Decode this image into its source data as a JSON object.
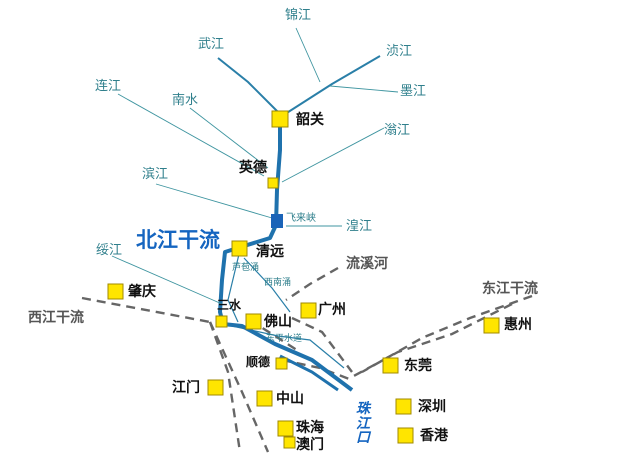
{
  "colors": {
    "river_main": "#1f72ad",
    "river_trib": "#2a7fa8",
    "leader": "#3f95a0",
    "dashed": "#666666",
    "city_fill": "#ffe500",
    "city_stroke": "#a08a00",
    "station": "#1a64b8",
    "label_main": "#1565c0"
  },
  "tributaries": {
    "jin": "锦江",
    "wu": "武江",
    "zhen": "浈江",
    "lian": "连江",
    "nan": "南水",
    "mo": "墨江",
    "weng": "滃江",
    "bin": "滨江",
    "huang": "湟江",
    "sui": "绥江"
  },
  "stations": {
    "feilaixia": "飞来峡"
  },
  "channels": {
    "luba": "芦苞涌",
    "xinan": "西南涌",
    "dongping": "东平水道"
  },
  "rivers": {
    "beijiang": "北江干流",
    "xijiang": "西江干流",
    "dongjiang": "东江干流",
    "liuxi": "流溪河",
    "pearl_mouth": [
      "珠",
      "江",
      "口"
    ]
  },
  "cities": {
    "shaoguan": "韶关",
    "yingde": "英德",
    "qingyuan": "清远",
    "zhaoqing": "肇庆",
    "sanshui": "三水",
    "foshan": "佛山",
    "guangzhou": "广州",
    "shunde": "顺德",
    "jiangmen": "江门",
    "zhongshan": "中山",
    "zhuhai": "珠海",
    "macau": "澳门",
    "dongguan": "东莞",
    "shenzhen": "深圳",
    "hongkong": "香港",
    "huizhou": "惠州"
  }
}
